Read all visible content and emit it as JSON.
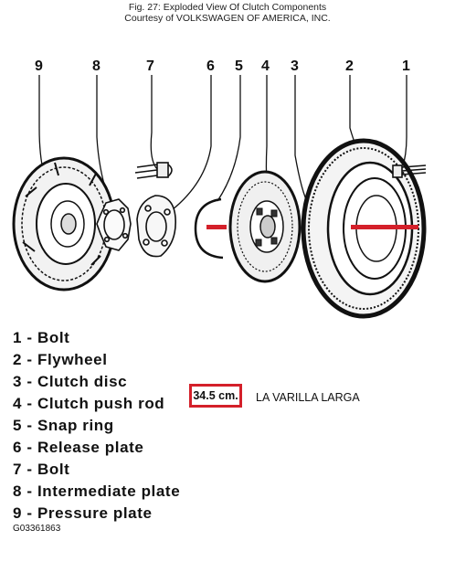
{
  "caption": {
    "title": "Fig. 27: Exploded View Of Clutch Components",
    "credit": "Courtesy of VOLKSWAGEN OF AMERICA, INC."
  },
  "callouts": [
    "9",
    "8",
    "7",
    "6",
    "5",
    "4",
    "3",
    "2",
    "1"
  ],
  "legend": [
    "1 - Bolt",
    "2 - Flywheel",
    "3 - Clutch disc",
    "4 - Clutch push rod",
    "5 - Snap ring",
    "6 - Release plate",
    "7 - Bolt",
    "8 - Intermediate plate",
    "9 - Pressure plate"
  ],
  "measurement": {
    "value": "34.5 cm.",
    "note": "LA VARILLA LARGA",
    "highlight_color": "#d4202a"
  },
  "figure_code": "G03361863"
}
